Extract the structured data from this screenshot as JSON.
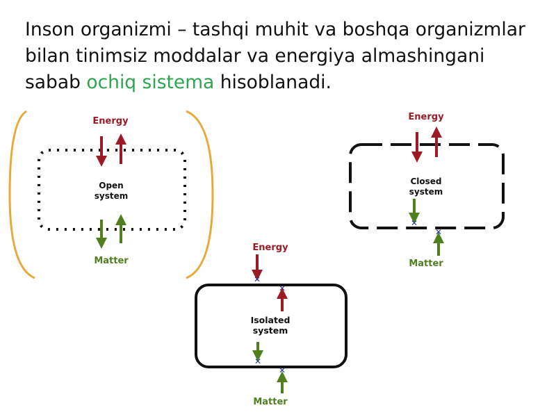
{
  "heading": {
    "before": "Inson organizmi – tashqi muhit va boshqa organizmlar bilan tinimsiz moddalar va energiya almashingani sabab ",
    "highlight": "ochiq sistema",
    "after": " hisoblanadi."
  },
  "colors": {
    "energy": "#9b1c24",
    "matter": "#4f7f1f",
    "bracket": "#e8a93a",
    "highlight": "#2ea44f",
    "blocked": "#2a3b9c"
  },
  "systems": {
    "open": {
      "line1": "Open",
      "line2": "system",
      "energy": "Energy",
      "matter": "Matter"
    },
    "closed": {
      "line1": "Closed",
      "line2": "system",
      "energy": "Energy",
      "matter": "Matter"
    },
    "isolated": {
      "line1": "Isolated",
      "line2": "system",
      "energy": "Energy",
      "matter": "Matter"
    }
  }
}
